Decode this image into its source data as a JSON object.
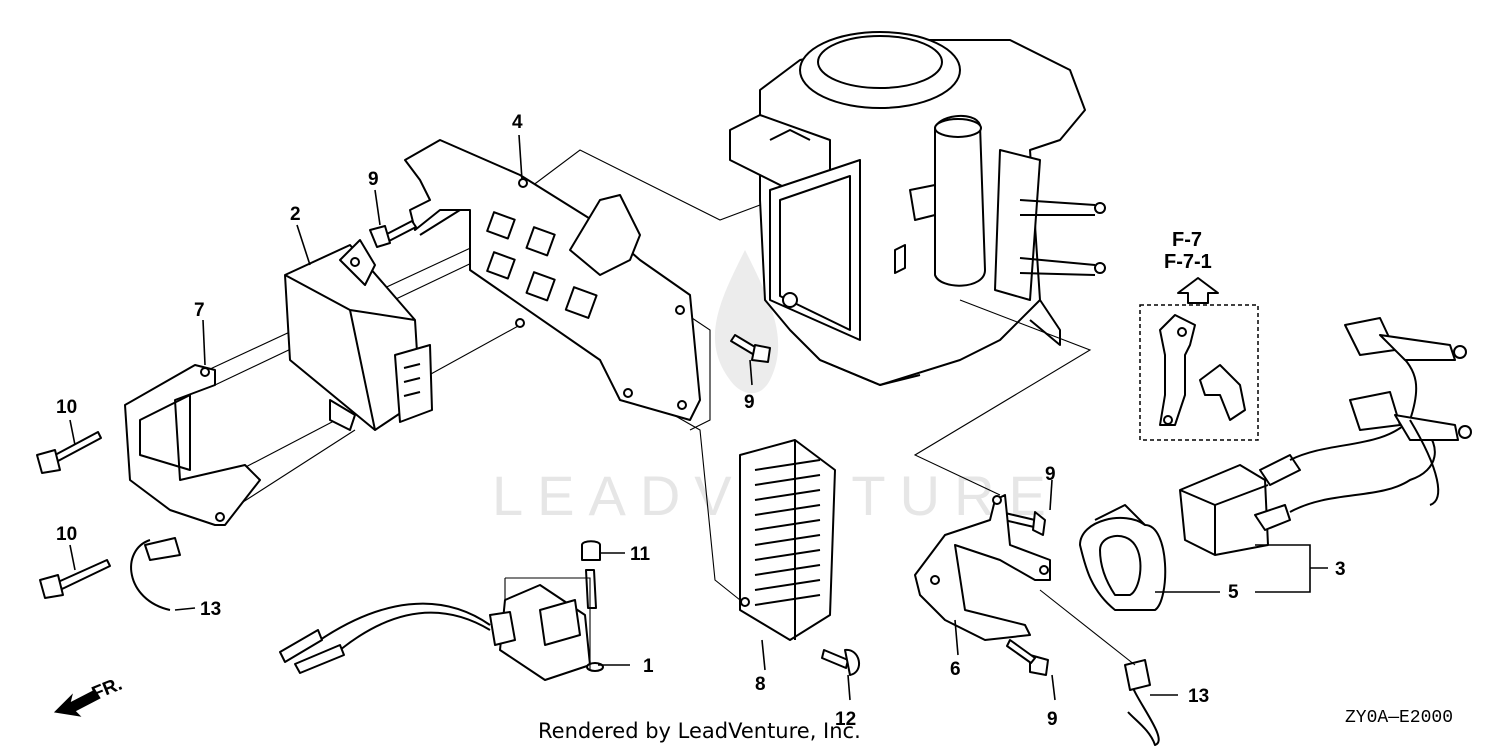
{
  "diagram": {
    "footer_text": "Rendered by LeadVenture, Inc.",
    "diagram_code": "ZY0A—E2000",
    "front_marker": "FR.",
    "watermark": "LEADVENTURE",
    "reference_box": {
      "line1": "F-7",
      "line2": "F-7-1"
    },
    "callouts": [
      {
        "id": "c1",
        "label": "1"
      },
      {
        "id": "c2",
        "label": "2"
      },
      {
        "id": "c3",
        "label": "3"
      },
      {
        "id": "c4",
        "label": "4"
      },
      {
        "id": "c5",
        "label": "5"
      },
      {
        "id": "c6",
        "label": "6"
      },
      {
        "id": "c7",
        "label": "7"
      },
      {
        "id": "c8",
        "label": "8"
      },
      {
        "id": "c9a",
        "label": "9"
      },
      {
        "id": "c9b",
        "label": "9"
      },
      {
        "id": "c9c",
        "label": "9"
      },
      {
        "id": "c9d",
        "label": "9"
      },
      {
        "id": "c10a",
        "label": "10"
      },
      {
        "id": "c10b",
        "label": "10"
      },
      {
        "id": "c11",
        "label": "11"
      },
      {
        "id": "c12",
        "label": "12"
      },
      {
        "id": "c13a",
        "label": "13"
      },
      {
        "id": "c13b",
        "label": "13"
      }
    ]
  }
}
